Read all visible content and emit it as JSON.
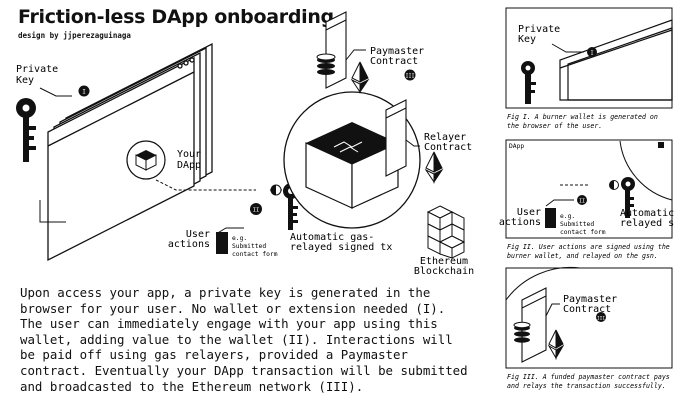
{
  "header": {
    "title": "Friction-less DApp onboarding",
    "byline": "design by jjperezaguinaga"
  },
  "diagram": {
    "private_key_label_line1": "Private",
    "private_key_label_line2": "Key",
    "your_dapp_line1": "Your",
    "your_dapp_line2": "DApp",
    "paymaster_line1": "Paymaster",
    "paymaster_line2": "Contract",
    "relayer_line1": "Relayer",
    "relayer_line2": "Contract",
    "user_actions_line1": "User",
    "user_actions_line2": "actions",
    "eg_line1": "e.g.",
    "eg_line2": "Submitted",
    "eg_line3": "contact form",
    "auto_line1": "Automatic gas-",
    "auto_line2": "relayed signed tx",
    "ethereum_line1": "Ethereum",
    "ethereum_line2": "Blockchain",
    "marker_i": "I",
    "marker_ii": "II",
    "marker_iii": "III"
  },
  "description": "Upon access your app, a private key is generated in the\nbrowser for your user. No wallet or extension needed (I).\nThe user can immediately engage with your app using this\nwallet, adding value to the wallet (II). Interactions will\nbe paid off using gas relayers, provided a Paymaster\ncontract. Eventually your DApp transaction will be submitted\nand broadcasted to the Ethereum network (III).",
  "figures": {
    "fig1": {
      "label_line1": "Private",
      "label_line2": "Key",
      "marker": "I",
      "caption_line1": "Fig I. A burner wallet is generated on",
      "caption_line2": "the browser of the user."
    },
    "fig2": {
      "dapp_fragment": "DApp",
      "user_line1": "User",
      "user_line2": "actions",
      "eg_line1": "e.g.",
      "eg_line2": "Submitted",
      "eg_line3": "contact form",
      "auto_line1": "Automatic",
      "auto_line2": "relayed s",
      "marker": "II",
      "caption_line1": "Fig II. User actions are signed using the",
      "caption_line2": "burner wallet, and relayed on the gsn."
    },
    "fig3": {
      "label_line1": "Paymaster",
      "label_line2": "Contract",
      "marker": "III",
      "caption_line1": "Fig III. A funded paymaster contract pays",
      "caption_line2": "and relays the transaction successfully."
    }
  }
}
